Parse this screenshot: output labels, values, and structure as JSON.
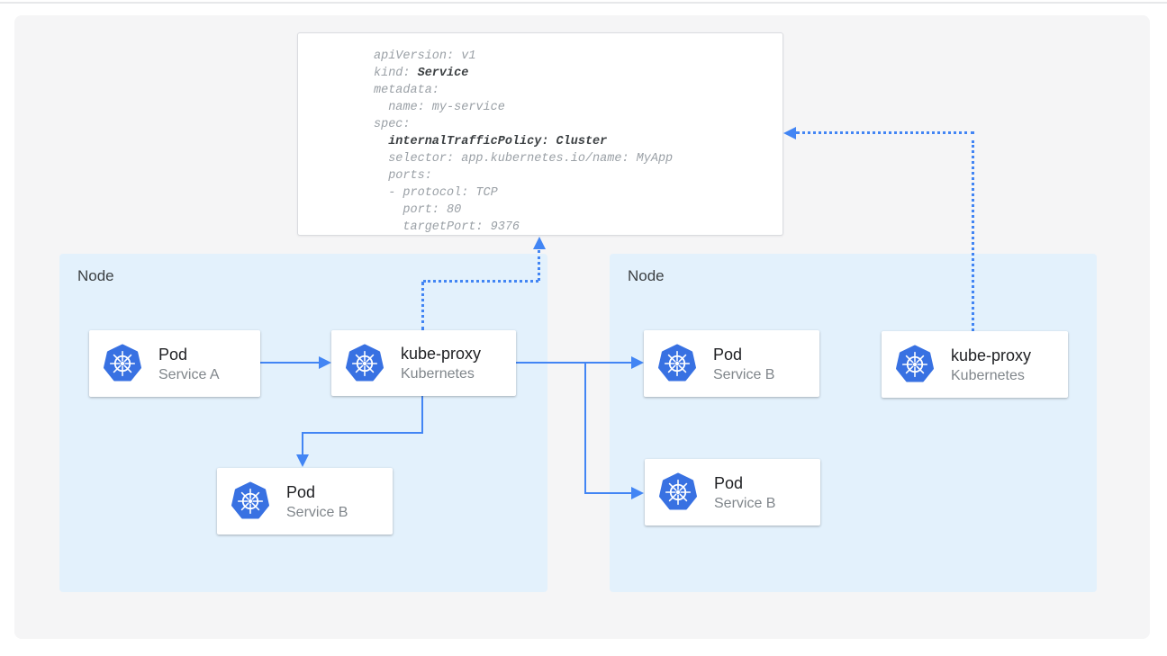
{
  "colors": {
    "accent_blue": "#4285f4",
    "node_bg": "#e3f1fc",
    "board_bg": "#f5f5f6",
    "k8s_blue": "#3871e2",
    "code_gray": "#9aa0a6",
    "code_bold_gray": "#3c4043"
  },
  "yaml_card": {
    "lines": [
      {
        "pre": "apiVersion: v1",
        "bold": ""
      },
      {
        "pre": "kind: ",
        "bold": "Service"
      },
      {
        "pre": "metadata:",
        "bold": ""
      },
      {
        "pre": "  name: my-service",
        "bold": ""
      },
      {
        "pre": "spec:",
        "bold": ""
      },
      {
        "pre": "  ",
        "bold": "internalTrafficPolicy: Cluster"
      },
      {
        "pre": "  selector: app.kubernetes.io/name: MyApp",
        "bold": ""
      },
      {
        "pre": "  ports:",
        "bold": ""
      },
      {
        "pre": "  - protocol: TCP",
        "bold": ""
      },
      {
        "pre": "    port: 80",
        "bold": ""
      },
      {
        "pre": "    targetPort: 9376",
        "bold": ""
      }
    ]
  },
  "nodes": {
    "left": {
      "label": "Node"
    },
    "right": {
      "label": "Node"
    }
  },
  "cards": {
    "pod_a": {
      "title": "Pod",
      "subtitle": "Service A"
    },
    "kube_proxy_left": {
      "title": "kube-proxy",
      "subtitle": "Kubernetes"
    },
    "pod_b_left": {
      "title": "Pod",
      "subtitle": "Service B"
    },
    "pod_b_right_top": {
      "title": "Pod",
      "subtitle": "Service B"
    },
    "pod_b_right_bottom": {
      "title": "Pod",
      "subtitle": "Service B"
    },
    "kube_proxy_right": {
      "title": "kube-proxy",
      "subtitle": "Kubernetes"
    }
  },
  "icons": {
    "kubernetes": "kubernetes-helm-wheel-logo"
  }
}
